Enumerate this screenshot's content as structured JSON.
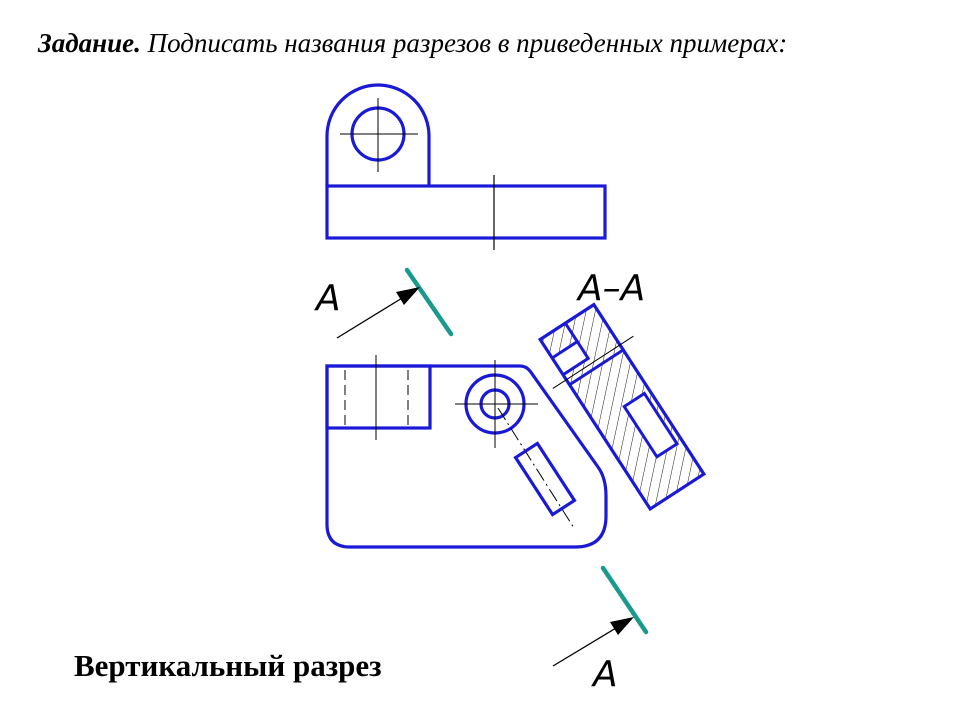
{
  "task": {
    "lead": "Задание.",
    "text": "Подписать названия разрезов в приведенных примерах:"
  },
  "labels": {
    "cut_top": "A",
    "section": "A–A",
    "cut_bottom": "A"
  },
  "answer": "Вертикальный разрез",
  "colors": {
    "outline": "#1a1ad6",
    "cut_plane": "#1a9a8c",
    "thin": "#000000"
  }
}
